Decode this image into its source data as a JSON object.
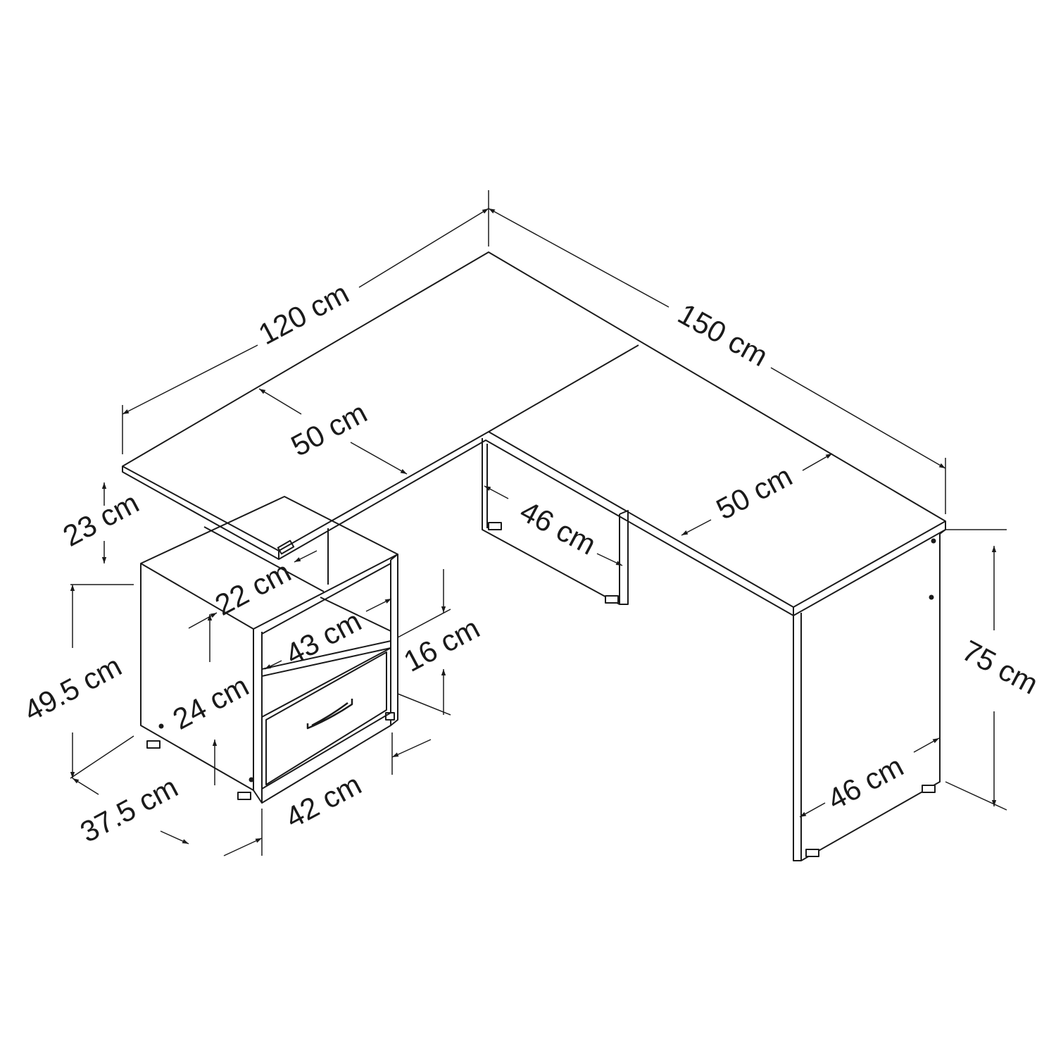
{
  "colors": {
    "ink": "#1a1a1a",
    "background": "#ffffff"
  },
  "dimensions": {
    "total_left_width": "120 cm",
    "total_right_width": "150 cm",
    "left_top_depth": "50 cm",
    "right_top_depth": "50 cm",
    "inner_panel_width": "46 cm",
    "end_panel_width": "46 cm",
    "total_height": "75 cm",
    "top_gap_height": "23 cm",
    "cabinet_height": "49.5 cm",
    "cabinet_depth": "37.5 cm",
    "cabinet_width": "42 cm",
    "shelf_depth": "22 cm",
    "shelf_width": "43 cm",
    "shelf_height": "16 cm",
    "drawer_height": "24 cm"
  }
}
